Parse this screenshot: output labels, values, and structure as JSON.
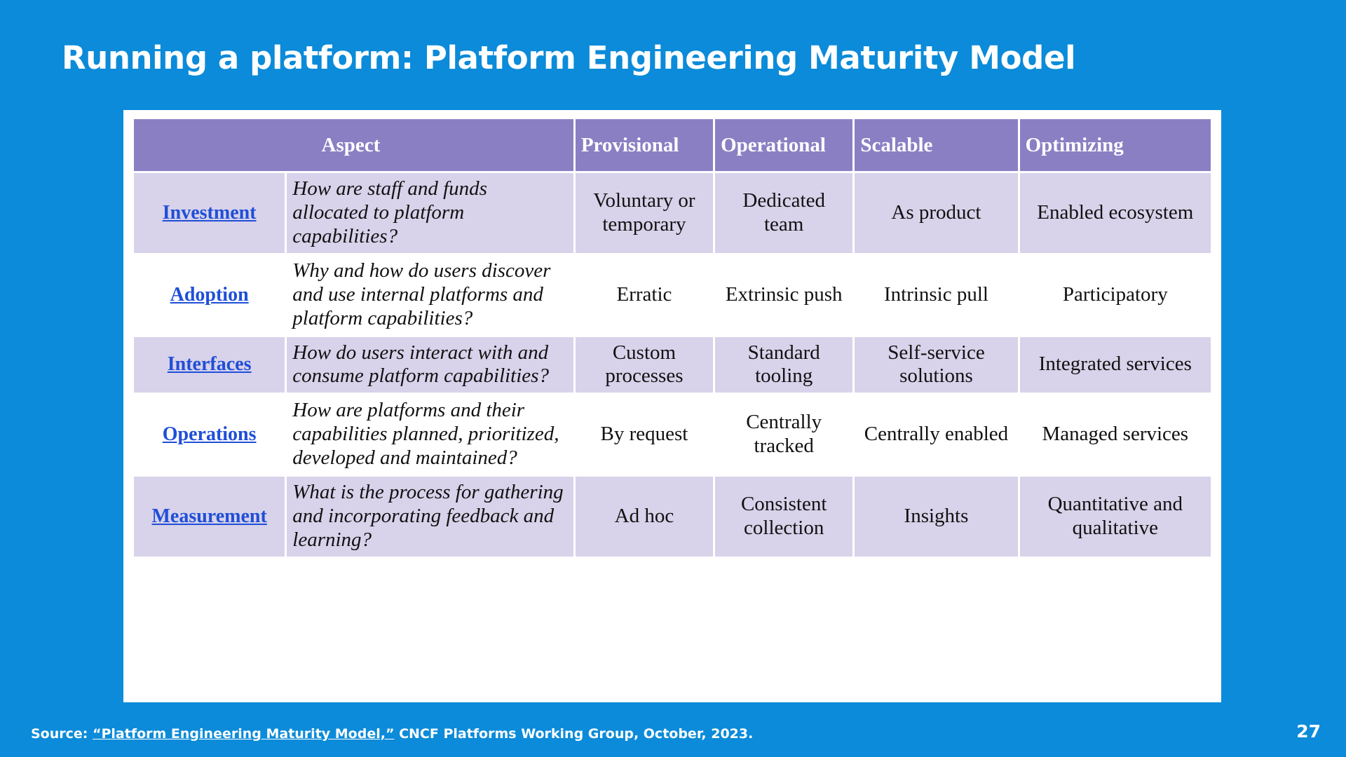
{
  "slide": {
    "title": "Running a platform: Platform Engineering Maturity Model",
    "page_number": "27",
    "background_color": "#0b8bd9",
    "header_color": "#8b7fc4",
    "shaded_row_color": "#d8d2ea",
    "link_color": "#1f4fd8"
  },
  "footer": {
    "prefix": "Source: ",
    "link_text": "“Platform Engineering Maturity Model,”",
    "suffix": " CNCF Platforms Working Group, October, 2023."
  },
  "table": {
    "headers": {
      "aspect": "Aspect",
      "question": "",
      "level1": "Provisional",
      "level2": "Operational",
      "level3": "Scalable",
      "level4": "Optimizing"
    },
    "rows": [
      {
        "aspect": "Investment",
        "question": "How are staff and funds allocated to platform capabilities?",
        "level1": "Voluntary or temporary",
        "level2": "Dedicated team",
        "level3": "As product",
        "level4": "Enabled ecosystem",
        "shaded": true
      },
      {
        "aspect": "Adoption",
        "question": "Why and how do users discover and use internal platforms and platform capabilities?",
        "level1": "Erratic",
        "level2": "Extrinsic push",
        "level3": "Intrinsic pull",
        "level4": "Participatory",
        "shaded": false
      },
      {
        "aspect": "Interfaces",
        "question": "How do users interact with and consume platform capabilities?",
        "level1": "Custom processes",
        "level2": "Standard tooling",
        "level3": "Self-service solutions",
        "level4": "Integrated services",
        "shaded": true
      },
      {
        "aspect": "Operations",
        "question": "How are platforms and their capabilities planned, prioritized, developed and maintained?",
        "level1": "By request",
        "level2": "Centrally tracked",
        "level3": "Centrally enabled",
        "level4": "Managed services",
        "shaded": false
      },
      {
        "aspect": "Measurement",
        "question": "What is the process for gathering and incorporating feedback and learning?",
        "level1": "Ad hoc",
        "level2": "Consistent collection",
        "level3": "Insights",
        "level4": "Quantitative and qualitative",
        "shaded": true
      }
    ]
  }
}
